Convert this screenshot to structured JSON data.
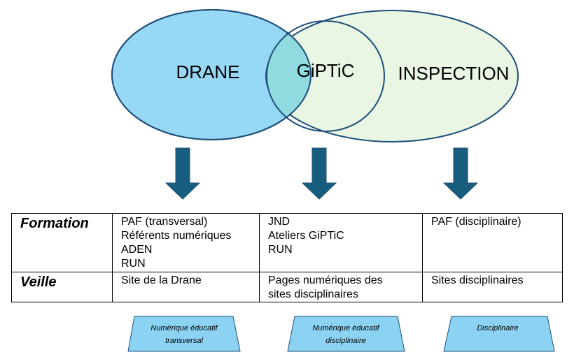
{
  "colors": {
    "drane_fill": "#96d8f6",
    "inspection_fill": "#e8f6e3",
    "overlap_fill": "#8fdbe0",
    "outline": "#1f4e79",
    "arrow": "#175e7e",
    "tag_fill": "#8cd3f3"
  },
  "venn": {
    "drane": "DRANE",
    "giptic": "GiPTiC",
    "inspection": "INSPECTION"
  },
  "table": {
    "rows": [
      {
        "head": "Formation",
        "cells": [
          [
            "PAF (transversal)",
            "Référents numériques",
            "ADEN",
            "RUN"
          ],
          [
            "JND",
            "Ateliers GiPTiC",
            "RUN"
          ],
          [
            "PAF (disciplinaire)"
          ]
        ]
      },
      {
        "head": "Veille",
        "cells": [
          [
            "Site de la Drane"
          ],
          [
            "Pages numériques des",
            "sites disciplinaires"
          ],
          [
            "Sites disciplinaires"
          ]
        ]
      }
    ]
  },
  "tags": [
    [
      "Numérique éducatif",
      "transversal"
    ],
    [
      "Numérique éducatif",
      "disciplinaire"
    ],
    [
      "Disciplinaire"
    ]
  ]
}
